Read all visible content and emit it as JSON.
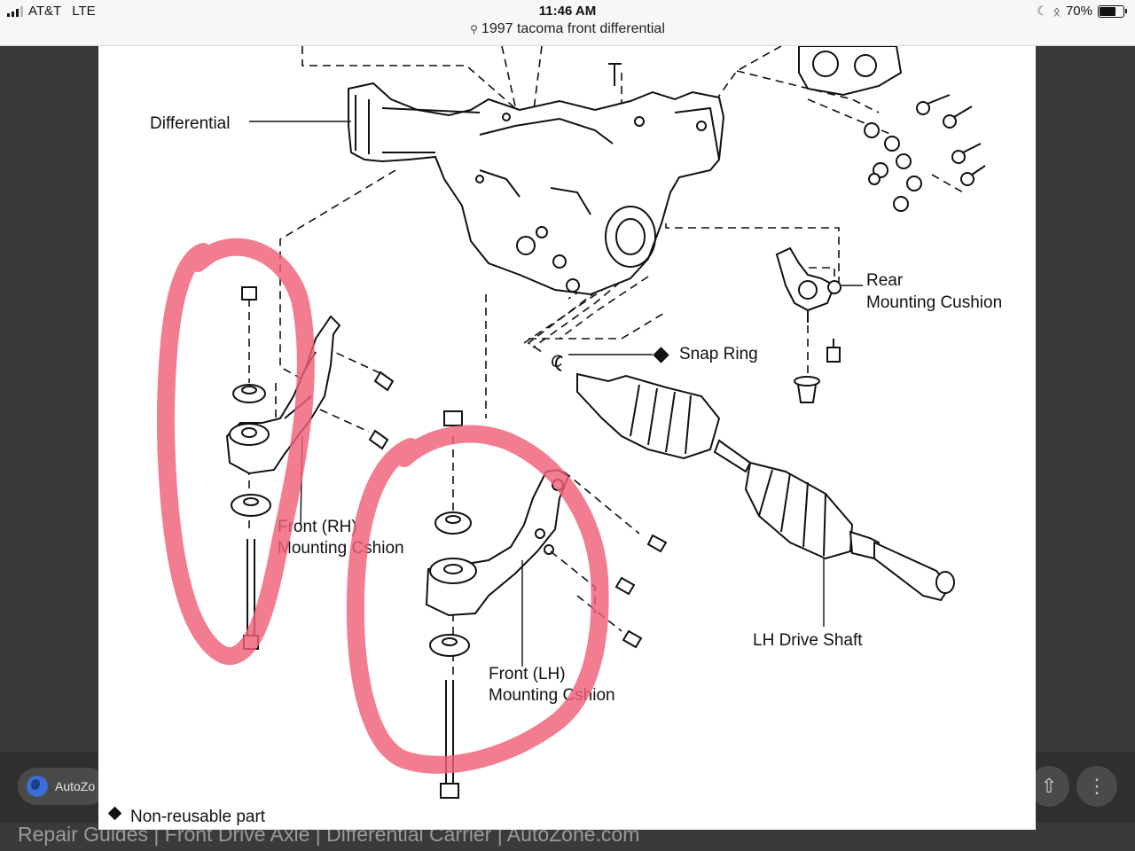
{
  "status_bar": {
    "carrier": "AT&T",
    "network": "LTE",
    "time": "11:46 AM",
    "battery_percent": "70%",
    "battery_level": 0.7,
    "icons": [
      "signal-icon",
      "moon-icon",
      "bluetooth-icon",
      "battery-icon"
    ]
  },
  "url_bar": {
    "query": "1997 tacoma front differential"
  },
  "source": {
    "site": "AutoZo",
    "page_title": "Repair Guides | Front Drive Axle | Differential Carrier | AutoZone.com"
  },
  "diagram": {
    "labels": {
      "differential": "Differential",
      "rear_cushion_line1": "Rear",
      "rear_cushion_line2": "Mounting Cushion",
      "snap_ring": "Snap Ring",
      "snap_ring_letter": "C",
      "front_rh_line1": "Front (RH)",
      "front_rh_line2": "Mounting Cshion",
      "front_lh_line1": "Front (LH)",
      "front_lh_line2": "Mounting Cshion",
      "lh_drive_shaft": "LH Drive Shaft",
      "legend": "Non-reusable part"
    },
    "annotation_color": "#ef5f78"
  }
}
